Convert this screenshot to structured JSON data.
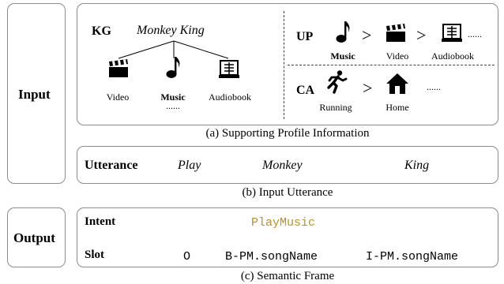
{
  "input_label": "Input",
  "output_label": "Output",
  "kg": {
    "tag": "KG",
    "entity": "Monkey King",
    "items": [
      "Video",
      "Music",
      "Audiobook"
    ],
    "ellipsis": "......"
  },
  "up": {
    "tag": "UP",
    "items": [
      "Music",
      "Video",
      "Audiobook"
    ],
    "separator": ">",
    "ellipsis": "......"
  },
  "ca": {
    "tag": "CA",
    "items": [
      "Running",
      "Home"
    ],
    "separator": ">",
    "ellipsis": "......"
  },
  "caption_a": "(a) Supporting Profile Information",
  "utterance": {
    "label": "Utterance",
    "words": [
      "Play",
      "Monkey",
      "King"
    ]
  },
  "caption_b": "(b) Input Utterance",
  "frame": {
    "intent_label": "Intent",
    "intent_value": "PlayMusic",
    "slot_label": "Slot",
    "slots": [
      "O",
      "B-PM.songName",
      "I-PM.songName"
    ]
  },
  "caption_c": "(c) Semantic Frame",
  "colors": {
    "intent": "#c09020",
    "border": "#8c8c8c"
  },
  "icons": [
    "clapperboard-icon",
    "music-note-icon",
    "book-icon",
    "running-person-icon",
    "home-icon"
  ]
}
